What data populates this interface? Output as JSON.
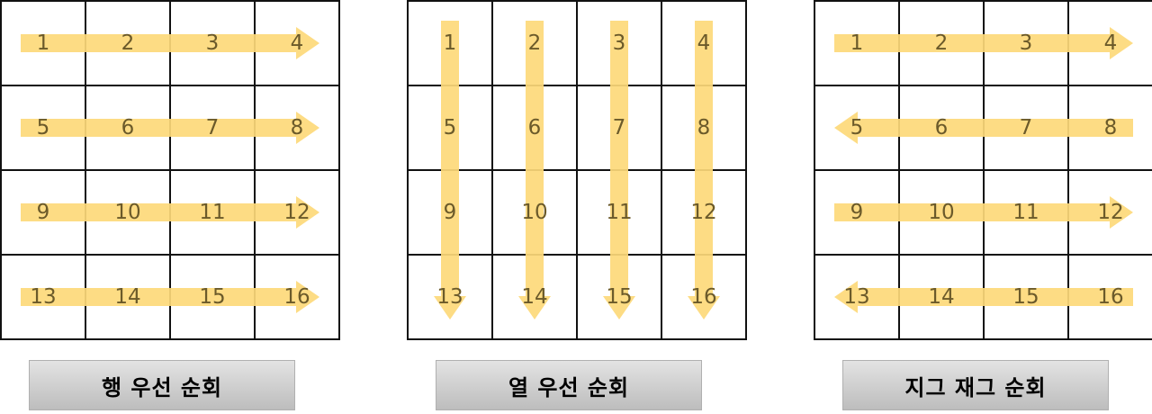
{
  "colors": {
    "arrow": "#fdd97a",
    "grid": "#111111",
    "number": "#6b5a2a"
  },
  "grid": {
    "numbers": [
      [
        "1",
        "2",
        "3",
        "4"
      ],
      [
        "5",
        "6",
        "7",
        "8"
      ],
      [
        "9",
        "10",
        "11",
        "12"
      ],
      [
        "13",
        "14",
        "15",
        "16"
      ]
    ]
  },
  "panels": [
    {
      "caption": "행 우선 순회",
      "arrows": [
        "right",
        "right",
        "right",
        "right"
      ]
    },
    {
      "caption": "열 우선 순회",
      "arrows": [
        "down",
        "down",
        "down",
        "down"
      ]
    },
    {
      "caption": "지그 재그 순회",
      "arrows": [
        "right",
        "left",
        "right",
        "left"
      ]
    }
  ]
}
